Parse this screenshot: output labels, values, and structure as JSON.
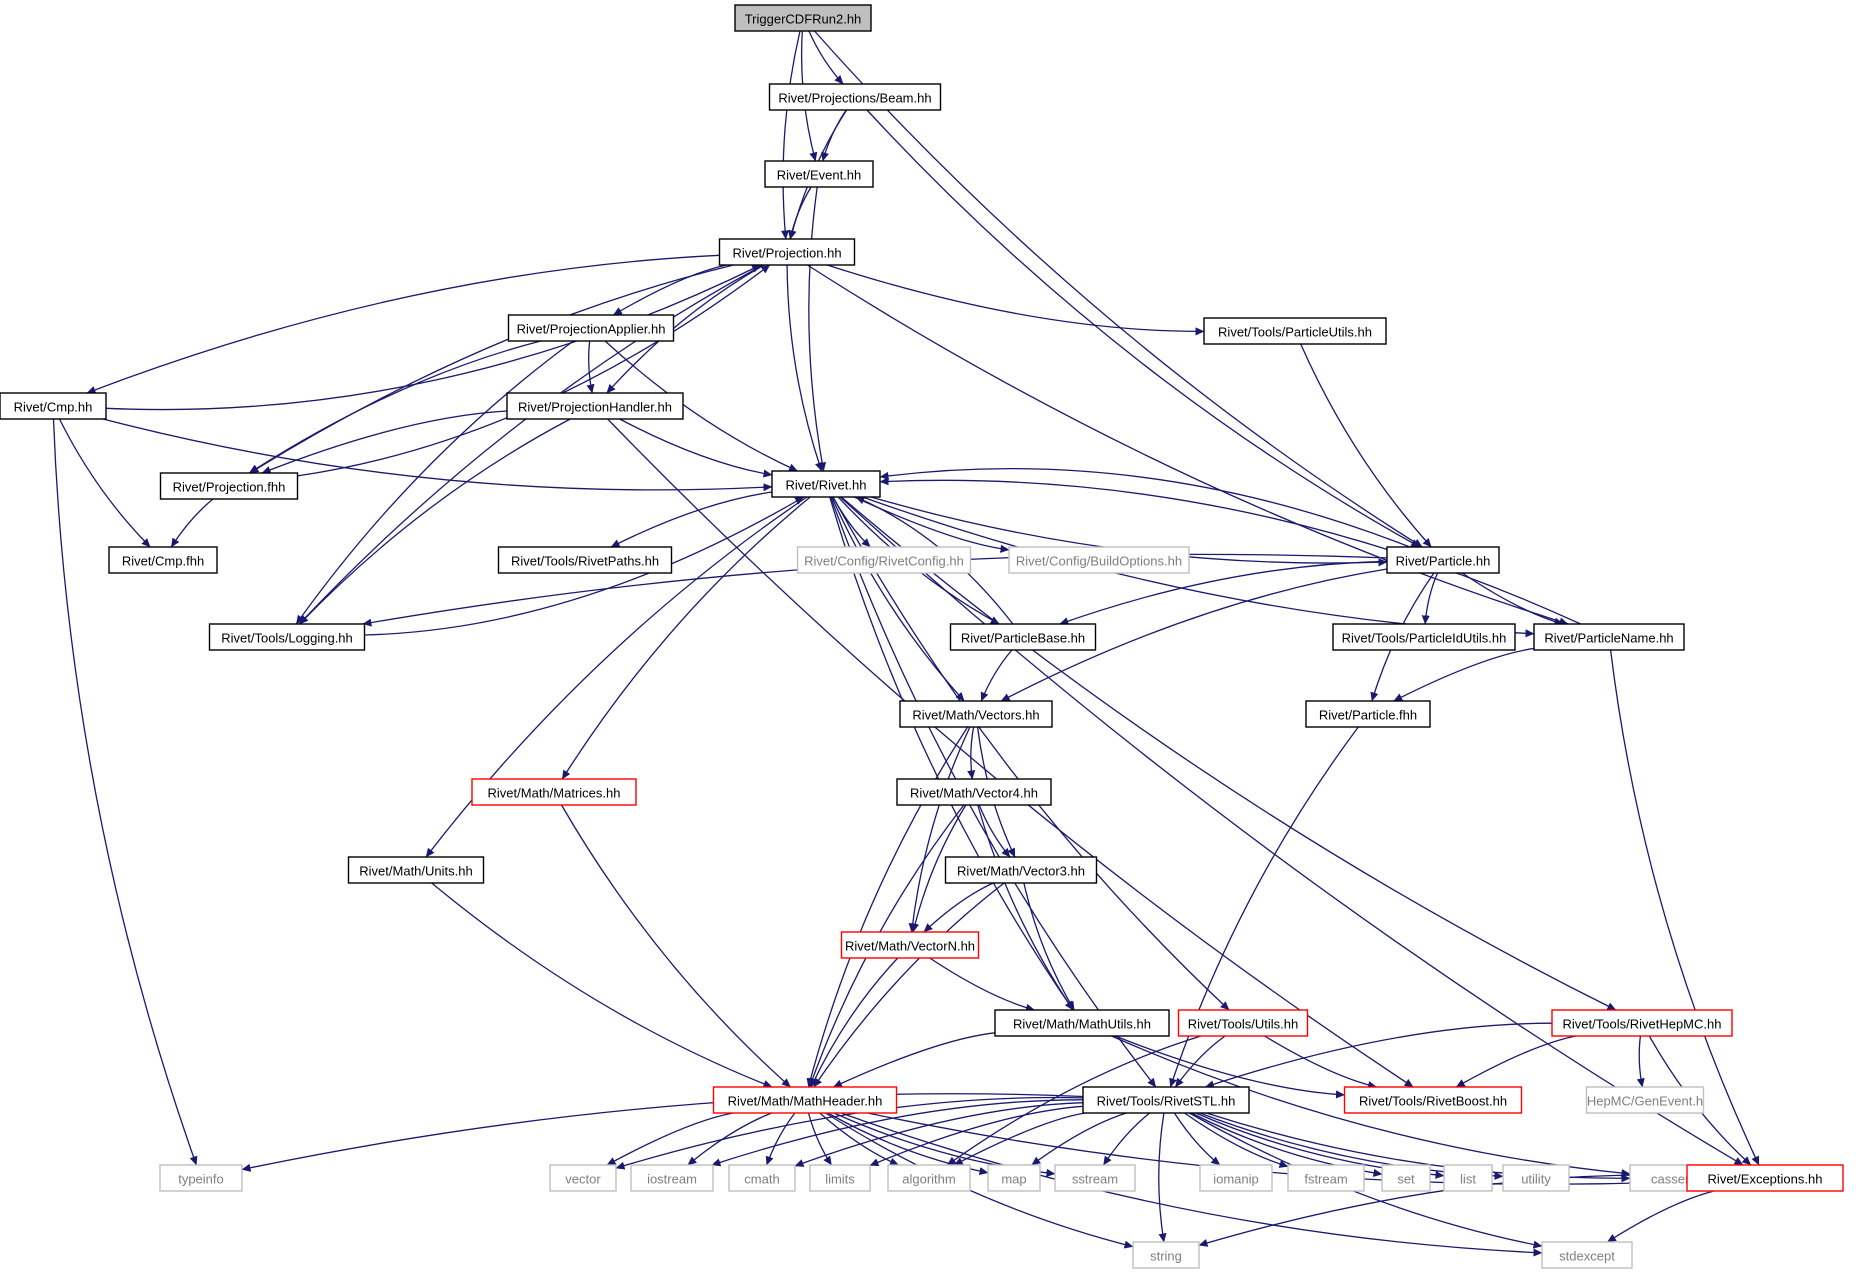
{
  "title": "TriggerCDFRun2.hh",
  "colors": {
    "edge": "#191970",
    "root_fill": "#bfbfbf",
    "root_border": "#000000",
    "normal_border": "#000000",
    "truncated_border": "#ff0000",
    "external_border": "#bfbfbf",
    "external_text": "#7f7f7f"
  },
  "nodes": [
    {
      "id": "root",
      "label": "TriggerCDFRun2.hh",
      "kind": "root"
    },
    {
      "id": "beam",
      "label": "Rivet/Projections/Beam.hh",
      "kind": "normal"
    },
    {
      "id": "event",
      "label": "Rivet/Event.hh",
      "kind": "normal"
    },
    {
      "id": "projection",
      "label": "Rivet/Projection.hh",
      "kind": "normal"
    },
    {
      "id": "projapplier",
      "label": "Rivet/ProjectionApplier.hh",
      "kind": "normal"
    },
    {
      "id": "particleutils",
      "label": "Rivet/Tools/ParticleUtils.hh",
      "kind": "normal"
    },
    {
      "id": "cmp",
      "label": "Rivet/Cmp.hh",
      "kind": "normal"
    },
    {
      "id": "projhandler",
      "label": "Rivet/ProjectionHandler.hh",
      "kind": "normal"
    },
    {
      "id": "projfhh",
      "label": "Rivet/Projection.fhh",
      "kind": "normal"
    },
    {
      "id": "rivet",
      "label": "Rivet/Rivet.hh",
      "kind": "normal"
    },
    {
      "id": "cmpfhh",
      "label": "Rivet/Cmp.fhh",
      "kind": "normal"
    },
    {
      "id": "rivetpaths",
      "label": "Rivet/Tools/RivetPaths.hh",
      "kind": "normal"
    },
    {
      "id": "rivetconfig",
      "label": "Rivet/Config/RivetConfig.hh",
      "kind": "external"
    },
    {
      "id": "buildoptions",
      "label": "Rivet/Config/BuildOptions.hh",
      "kind": "external"
    },
    {
      "id": "particle",
      "label": "Rivet/Particle.hh",
      "kind": "normal"
    },
    {
      "id": "logging",
      "label": "Rivet/Tools/Logging.hh",
      "kind": "normal"
    },
    {
      "id": "particlebase",
      "label": "Rivet/ParticleBase.hh",
      "kind": "normal"
    },
    {
      "id": "particleidutils",
      "label": "Rivet/Tools/ParticleIdUtils.hh",
      "kind": "normal"
    },
    {
      "id": "particlename",
      "label": "Rivet/ParticleName.hh",
      "kind": "normal"
    },
    {
      "id": "vectors",
      "label": "Rivet/Math/Vectors.hh",
      "kind": "normal"
    },
    {
      "id": "particlefhh",
      "label": "Rivet/Particle.fhh",
      "kind": "normal"
    },
    {
      "id": "matrices",
      "label": "Rivet/Math/Matrices.hh",
      "kind": "truncated"
    },
    {
      "id": "vector4",
      "label": "Rivet/Math/Vector4.hh",
      "kind": "normal"
    },
    {
      "id": "units",
      "label": "Rivet/Math/Units.hh",
      "kind": "normal"
    },
    {
      "id": "vector3",
      "label": "Rivet/Math/Vector3.hh",
      "kind": "normal"
    },
    {
      "id": "vectorn",
      "label": "Rivet/Math/VectorN.hh",
      "kind": "truncated"
    },
    {
      "id": "mathutils",
      "label": "Rivet/Math/MathUtils.hh",
      "kind": "normal"
    },
    {
      "id": "utils",
      "label": "Rivet/Tools/Utils.hh",
      "kind": "truncated"
    },
    {
      "id": "rivethepmc",
      "label": "Rivet/Tools/RivetHepMC.hh",
      "kind": "truncated"
    },
    {
      "id": "mathheader",
      "label": "Rivet/Math/MathHeader.hh",
      "kind": "truncated"
    },
    {
      "id": "rivetstl",
      "label": "Rivet/Tools/RivetSTL.hh",
      "kind": "normal"
    },
    {
      "id": "rivetboost",
      "label": "Rivet/Tools/RivetBoost.hh",
      "kind": "truncated"
    },
    {
      "id": "genevent",
      "label": "HepMC/GenEvent.h",
      "kind": "external"
    },
    {
      "id": "typeinfo",
      "label": "typeinfo",
      "kind": "external"
    },
    {
      "id": "vector",
      "label": "vector",
      "kind": "external"
    },
    {
      "id": "iostream",
      "label": "iostream",
      "kind": "external"
    },
    {
      "id": "cmath",
      "label": "cmath",
      "kind": "external"
    },
    {
      "id": "limits",
      "label": "limits",
      "kind": "external"
    },
    {
      "id": "algorithm",
      "label": "algorithm",
      "kind": "external"
    },
    {
      "id": "map",
      "label": "map",
      "kind": "external"
    },
    {
      "id": "sstream",
      "label": "sstream",
      "kind": "external"
    },
    {
      "id": "iomanip",
      "label": "iomanip",
      "kind": "external"
    },
    {
      "id": "fstream",
      "label": "fstream",
      "kind": "external"
    },
    {
      "id": "set",
      "label": "set",
      "kind": "external"
    },
    {
      "id": "list",
      "label": "list",
      "kind": "external"
    },
    {
      "id": "utility",
      "label": "utility",
      "kind": "external"
    },
    {
      "id": "cassert",
      "label": "cassert",
      "kind": "external"
    },
    {
      "id": "exceptions",
      "label": "Rivet/Exceptions.hh",
      "kind": "truncated"
    },
    {
      "id": "string",
      "label": "string",
      "kind": "external"
    },
    {
      "id": "stdexcept",
      "label": "stdexcept",
      "kind": "external"
    }
  ],
  "edges": [
    [
      "root",
      "projection"
    ],
    [
      "root",
      "event"
    ],
    [
      "root",
      "beam"
    ],
    [
      "root",
      "particle"
    ],
    [
      "beam",
      "event"
    ],
    [
      "beam",
      "projection"
    ],
    [
      "beam",
      "particle"
    ],
    [
      "event",
      "projection"
    ],
    [
      "event",
      "rivet"
    ],
    [
      "projection",
      "cmp"
    ],
    [
      "projection",
      "logging"
    ],
    [
      "projection",
      "projfhh"
    ],
    [
      "projection",
      "projapplier"
    ],
    [
      "projection",
      "projhandler"
    ],
    [
      "projection",
      "rivet"
    ],
    [
      "projection",
      "particleutils"
    ],
    [
      "projection",
      "particlename"
    ],
    [
      "projapplier",
      "projfhh"
    ],
    [
      "projapplier",
      "logging"
    ],
    [
      "projapplier",
      "projhandler"
    ],
    [
      "projapplier",
      "rivet"
    ],
    [
      "projhandler",
      "projfhh"
    ],
    [
      "projhandler",
      "logging"
    ],
    [
      "projhandler",
      "rivet"
    ],
    [
      "projhandler",
      "rivetboost"
    ],
    [
      "particleutils",
      "particle"
    ],
    [
      "cmp",
      "projection"
    ],
    [
      "cmp",
      "cmpfhh"
    ],
    [
      "cmp",
      "rivet"
    ],
    [
      "cmp",
      "typeinfo"
    ],
    [
      "projfhh",
      "projection"
    ],
    [
      "projfhh",
      "cmpfhh"
    ],
    [
      "logging",
      "rivet"
    ],
    [
      "rivet",
      "rivetpaths"
    ],
    [
      "rivet",
      "rivetconfig"
    ],
    [
      "rivet",
      "buildoptions"
    ],
    [
      "rivet",
      "particle"
    ],
    [
      "rivet",
      "particlebase"
    ],
    [
      "rivet",
      "particlename"
    ],
    [
      "rivet",
      "units"
    ],
    [
      "rivet",
      "matrices"
    ],
    [
      "rivet",
      "vectors"
    ],
    [
      "rivet",
      "mathutils"
    ],
    [
      "rivet",
      "rivetstl"
    ],
    [
      "rivet",
      "utils"
    ],
    [
      "rivet",
      "rivethepmc"
    ],
    [
      "rivet",
      "exceptions"
    ],
    [
      "particle",
      "rivet"
    ],
    [
      "particle",
      "logging"
    ],
    [
      "particle",
      "particlebase"
    ],
    [
      "particle",
      "particleidutils"
    ],
    [
      "particle",
      "particlename"
    ],
    [
      "particle",
      "vectors"
    ],
    [
      "particle",
      "particlefhh"
    ],
    [
      "particlebase",
      "rivet"
    ],
    [
      "particlebase",
      "vectors"
    ],
    [
      "particlename",
      "rivet"
    ],
    [
      "particlename",
      "particlefhh"
    ],
    [
      "particlename",
      "exceptions"
    ],
    [
      "particlefhh",
      "rivetstl"
    ],
    [
      "vectors",
      "vector4"
    ],
    [
      "vectors",
      "vector3"
    ],
    [
      "vectors",
      "vectorn"
    ],
    [
      "vectors",
      "mathheader"
    ],
    [
      "vector4",
      "vector3"
    ],
    [
      "vector4",
      "vectorn"
    ],
    [
      "vector4",
      "mathutils"
    ],
    [
      "vector4",
      "mathheader"
    ],
    [
      "vector3",
      "vectorn"
    ],
    [
      "vector3",
      "mathutils"
    ],
    [
      "vector3",
      "mathheader"
    ],
    [
      "vectorn",
      "mathutils"
    ],
    [
      "vectorn",
      "mathheader"
    ],
    [
      "matrices",
      "mathheader"
    ],
    [
      "units",
      "mathheader"
    ],
    [
      "mathutils",
      "mathheader"
    ],
    [
      "mathutils",
      "rivetboost"
    ],
    [
      "mathutils",
      "cassert"
    ],
    [
      "utils",
      "rivetstl"
    ],
    [
      "utils",
      "rivetboost"
    ],
    [
      "utils",
      "algorithm"
    ],
    [
      "rivethepmc",
      "rivetstl"
    ],
    [
      "rivethepmc",
      "rivetboost"
    ],
    [
      "rivethepmc",
      "genevent"
    ],
    [
      "rivethepmc",
      "exceptions"
    ],
    [
      "mathheader",
      "vector"
    ],
    [
      "mathheader",
      "iostream"
    ],
    [
      "mathheader",
      "cmath"
    ],
    [
      "mathheader",
      "limits"
    ],
    [
      "mathheader",
      "algorithm"
    ],
    [
      "mathheader",
      "map"
    ],
    [
      "mathheader",
      "sstream"
    ],
    [
      "mathheader",
      "string"
    ],
    [
      "mathheader",
      "stdexcept"
    ],
    [
      "mathheader",
      "exceptions"
    ],
    [
      "rivetstl",
      "typeinfo"
    ],
    [
      "rivetstl",
      "vector"
    ],
    [
      "rivetstl",
      "iostream"
    ],
    [
      "rivetstl",
      "cmath"
    ],
    [
      "rivetstl",
      "limits"
    ],
    [
      "rivetstl",
      "algorithm"
    ],
    [
      "rivetstl",
      "map"
    ],
    [
      "rivetstl",
      "sstream"
    ],
    [
      "rivetstl",
      "string"
    ],
    [
      "rivetstl",
      "iomanip"
    ],
    [
      "rivetstl",
      "fstream"
    ],
    [
      "rivetstl",
      "set"
    ],
    [
      "rivetstl",
      "list"
    ],
    [
      "rivetstl",
      "utility"
    ],
    [
      "rivetstl",
      "cassert"
    ],
    [
      "rivetstl",
      "stdexcept"
    ],
    [
      "exceptions",
      "string"
    ],
    [
      "exceptions",
      "stdexcept"
    ]
  ]
}
